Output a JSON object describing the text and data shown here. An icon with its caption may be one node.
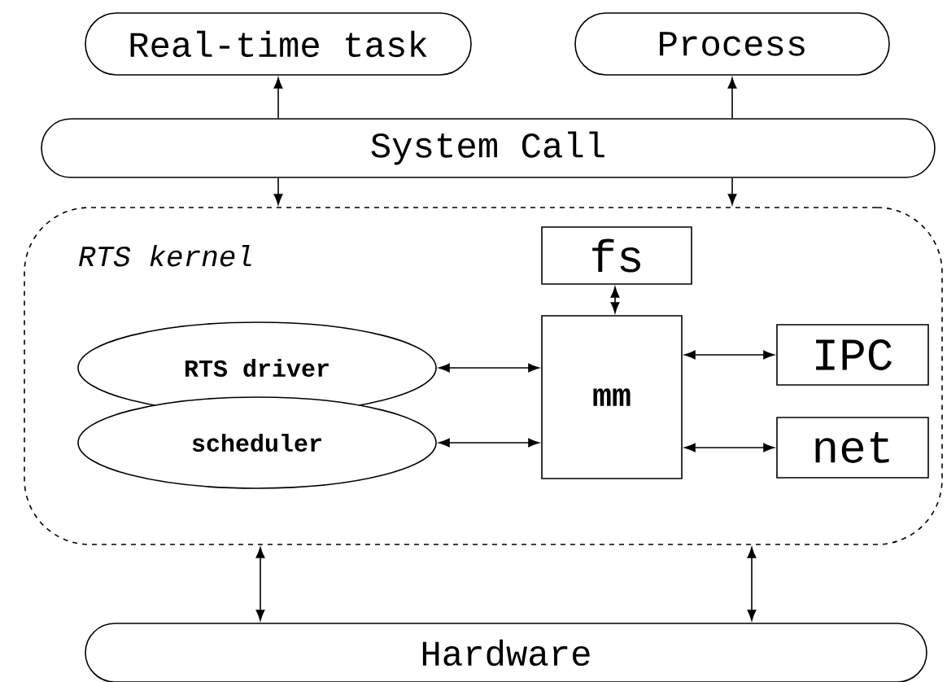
{
  "diagram": {
    "nodes": [
      {
        "text": [
          "Real-time task"
        ]
      },
      {
        "text": [
          "Process"
        ]
      },
      {
        "text": [
          "System Call"
        ]
      },
      {
        "text": [
          "RTS kernel"
        ]
      },
      {
        "text": [
          "fs"
        ],
        "in": 3
      },
      {
        "text": [
          "RTS driver"
        ],
        "in": 3
      },
      {
        "text": [
          "mm"
        ],
        "in": 3
      },
      {
        "text": [
          "IPC"
        ],
        "in": 3
      },
      {
        "text": [
          "scheduler"
        ],
        "in": 3
      },
      {
        "text": [
          "net"
        ],
        "in": 3
      },
      {
        "text": [
          "Hardware"
        ]
      }
    ],
    "edges": [
      {
        "from": 2,
        "to": 0,
        "arrow": "to"
      },
      {
        "from": 2,
        "to": 3,
        "arrow": "to"
      },
      {
        "from": 2,
        "to": 1,
        "arrow": "to"
      },
      {
        "from": 2,
        "to": 3,
        "arrow": "to"
      },
      {
        "from": 4,
        "to": 6,
        "arrow": "both"
      },
      {
        "from": 5,
        "to": 6,
        "arrow": "both"
      },
      {
        "from": 6,
        "to": 7,
        "arrow": "both"
      },
      {
        "from": 8,
        "to": 6,
        "arrow": "both"
      },
      {
        "from": 6,
        "to": 9,
        "arrow": "both"
      },
      {
        "from": 3,
        "to": 10,
        "arrow": "both"
      },
      {
        "from": 3,
        "to": 10,
        "arrow": "both"
      }
    ]
  }
}
